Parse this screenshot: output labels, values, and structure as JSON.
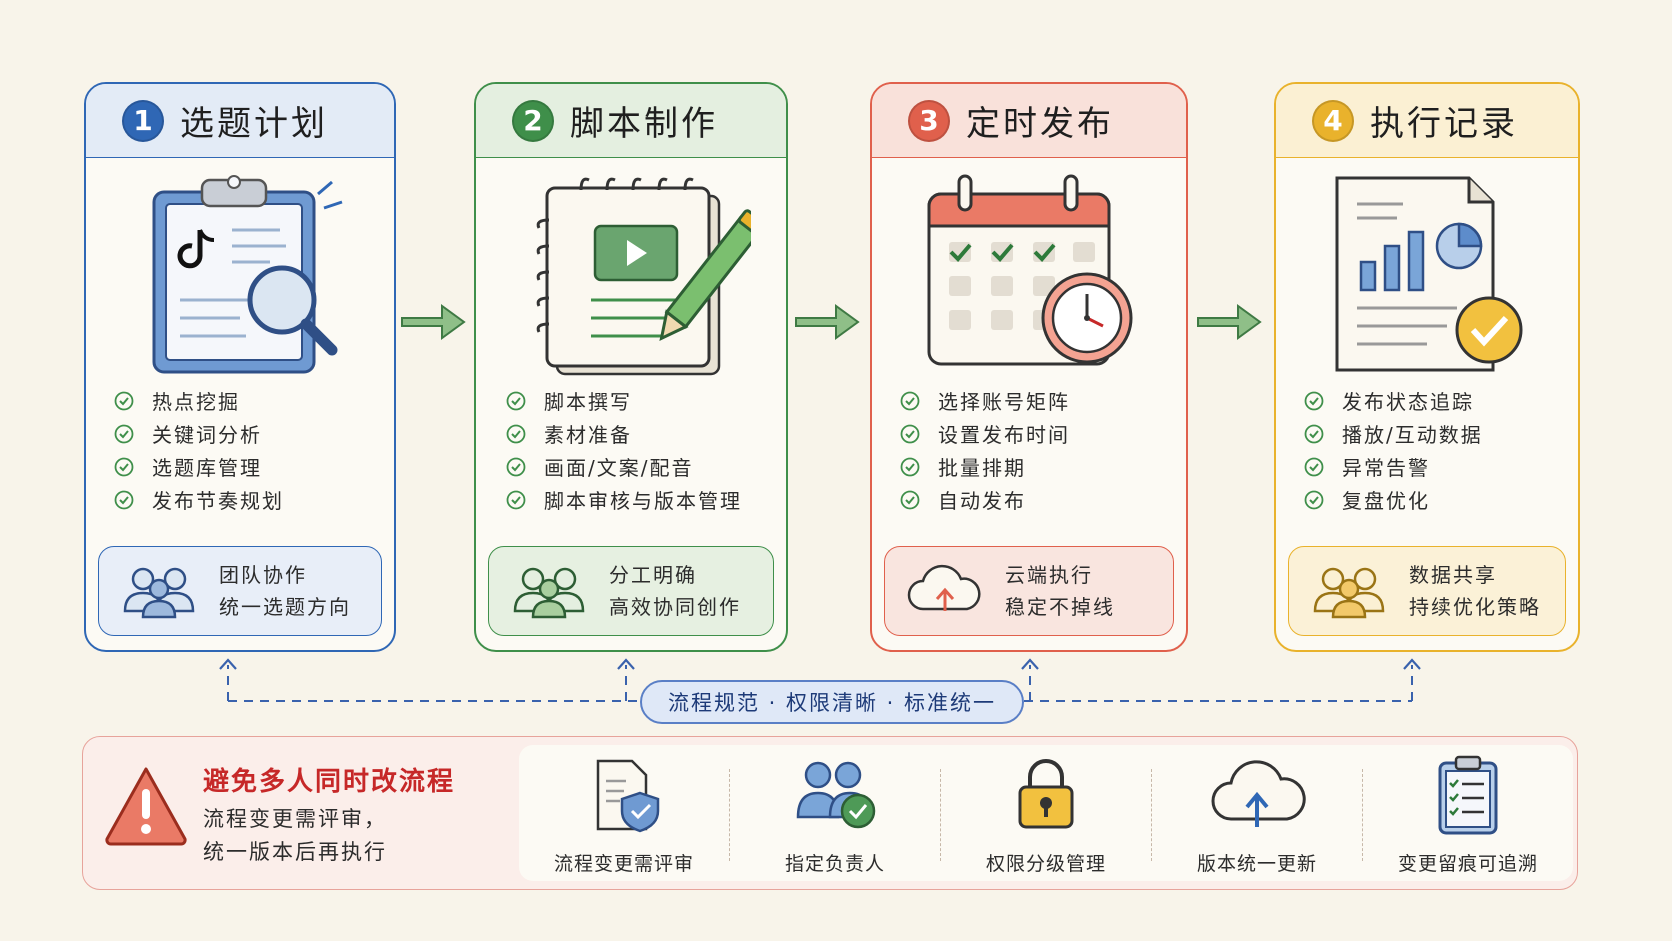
{
  "stages": [
    {
      "num": "1",
      "title": "选题计划",
      "items": [
        "热点挖掘",
        "关键词分析",
        "选题库管理",
        "发布节奏规划"
      ],
      "tip": [
        "团队协作",
        "统一选题方向"
      ],
      "color": "#2f67b5",
      "bg": "#e3ebf6",
      "tipbg": "#e8eef8",
      "light": "#fcfaf4"
    },
    {
      "num": "2",
      "title": "脚本制作",
      "items": [
        "脚本撰写",
        "素材准备",
        "画面/文案/配音",
        "脚本审核与版本管理"
      ],
      "tip": [
        "分工明确",
        "高效协同创作"
      ],
      "color": "#3f8f4a",
      "bg": "#e4efe0",
      "tipbg": "#e6f0e1",
      "light": "#fcfaf4"
    },
    {
      "num": "3",
      "title": "定时发布",
      "items": [
        "选择账号矩阵",
        "设置发布时间",
        "批量排期",
        "自动发布"
      ],
      "tip": [
        "云端执行",
        "稳定不掉线"
      ],
      "color": "#e0604c",
      "bg": "#f9e1da",
      "tipbg": "#f9e5df",
      "light": "#fcfaf4"
    },
    {
      "num": "4",
      "title": "执行记录",
      "items": [
        "发布状态追踪",
        "播放/互动数据",
        "异常告警",
        "复盘优化"
      ],
      "tip": [
        "数据共享",
        "持续优化策略"
      ],
      "color": "#e9b22c",
      "bg": "#fbf0d3",
      "tipbg": "#fbf1d7",
      "light": "#fcfaf4"
    }
  ],
  "banner": "流程规范 · 权限清晰 · 标准统一",
  "warning": {
    "title": "避免多人同时改流程",
    "lines": [
      "流程变更需评审，",
      "统一版本后再执行"
    ]
  },
  "rules": [
    {
      "label": "流程变更需评审",
      "icon": "document-shield-icon"
    },
    {
      "label": "指定负责人",
      "icon": "users-check-icon"
    },
    {
      "label": "权限分级管理",
      "icon": "padlock-icon"
    },
    {
      "label": "版本统一更新",
      "icon": "cloud-upload-icon"
    },
    {
      "label": "变更留痕可追溯",
      "icon": "clipboard-checklist-icon"
    }
  ]
}
